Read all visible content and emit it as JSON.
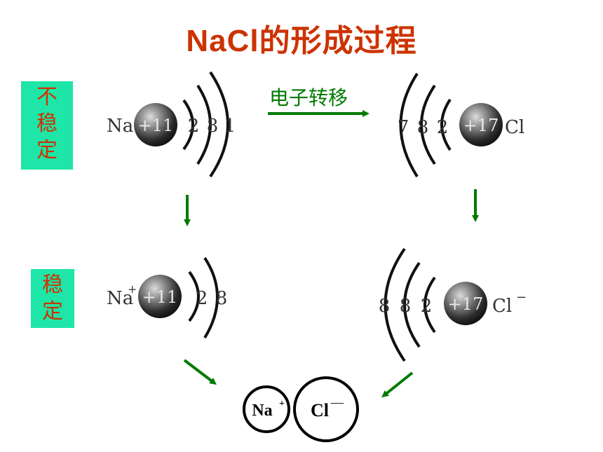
{
  "title": "NaCl的形成过程",
  "labels": {
    "unstable": [
      "不",
      "稳",
      "定"
    ],
    "stable": [
      "稳",
      "定"
    ],
    "transfer": "电子转移"
  },
  "na_atom": {
    "symbol": "Na",
    "nucleus": "+11",
    "shells": [
      "2",
      "8",
      "1"
    ]
  },
  "cl_atom": {
    "symbol": "Cl",
    "nucleus": "+17",
    "shells": [
      "7",
      "8",
      "2"
    ]
  },
  "na_ion": {
    "symbol": "Na",
    "charge": "+",
    "nucleus": "+11",
    "shells": [
      "2",
      "8"
    ]
  },
  "cl_ion": {
    "symbol": "Cl",
    "charge": "−",
    "nucleus": "+17",
    "shells": [
      "8",
      "8",
      "2"
    ]
  },
  "product": {
    "cation": {
      "symbol": "Na",
      "charge": "+"
    },
    "anion": {
      "symbol": "Cl",
      "charge": "—"
    }
  },
  "colors": {
    "title": "#cc3300",
    "badge": "#1ee6a8",
    "arrow": "#007a00"
  }
}
